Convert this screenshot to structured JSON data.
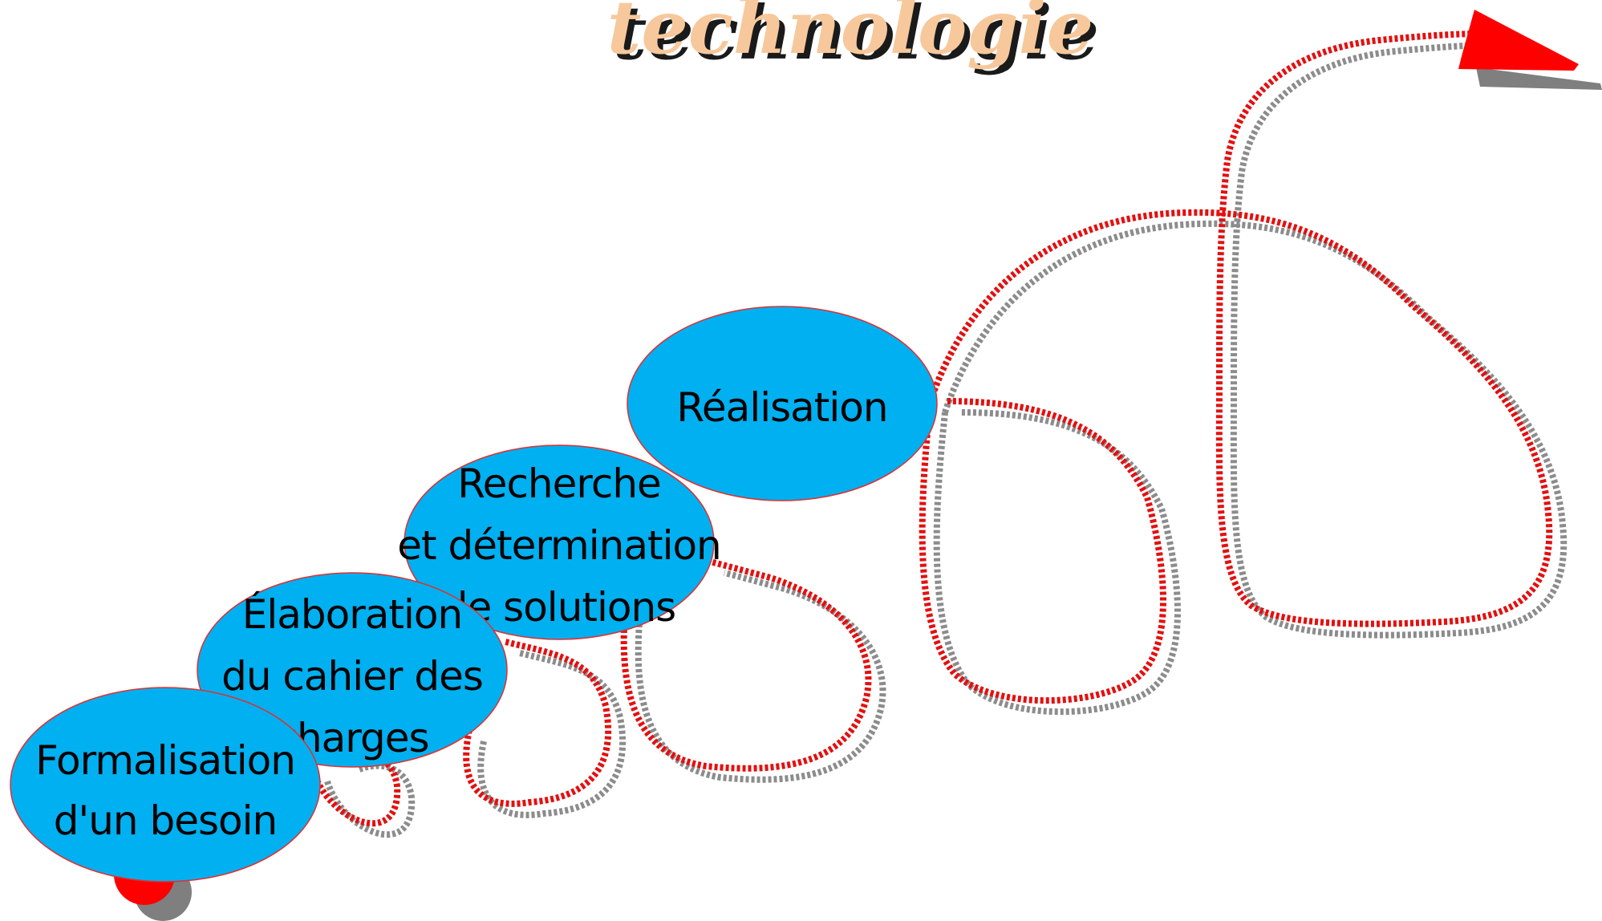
{
  "title": "technologie",
  "stages": [
    {
      "lines": [
        "Formalisation",
        "d'un besoin"
      ]
    },
    {
      "lines": [
        "Élaboration",
        "du cahier des",
        "charges"
      ]
    },
    {
      "lines": [
        "Recherche",
        "et détermination",
        "de solutions"
      ]
    },
    {
      "lines": [
        "Réalisation"
      ]
    }
  ],
  "colors": {
    "ellipse_fill": "#00b0f0",
    "ellipse_stroke": "#e03030",
    "track_red": "#e31010",
    "track_grey": "#8c8c8c",
    "arrow_red": "#ff0000",
    "shadow_grey": "#7f7f7f",
    "title_fill": "#f7c89b",
    "title_shadow": "#1a1a1a",
    "label_text": "#000000"
  }
}
